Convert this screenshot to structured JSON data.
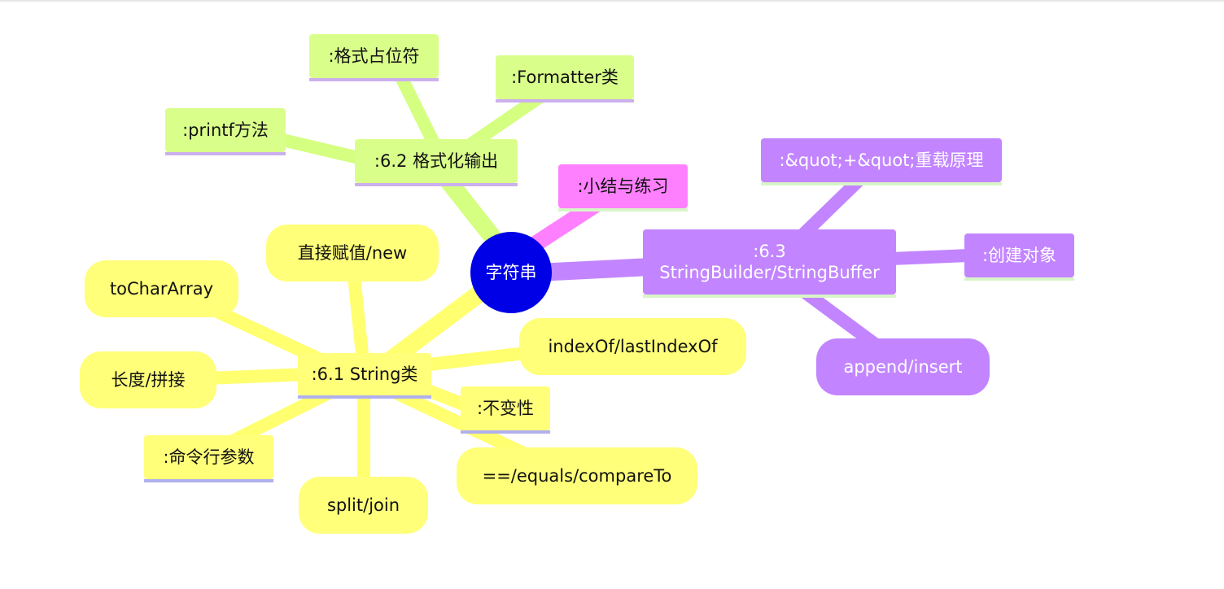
{
  "root": {
    "label": "字符串"
  },
  "colors": {
    "root": "#0000e6",
    "string_branch": "#ffff7a",
    "format_branch": "#d9ff8a",
    "builder_branch": "#c285ff",
    "summary_branch": "#ff80ff"
  },
  "string_class": {
    "label": ":6.1 String类",
    "children": [
      "直接赋值/new",
      "toCharArray",
      "长度/拼接",
      ":命令行参数",
      "split/join",
      "==/equals/compareTo",
      ":不变性",
      "indexOf/lastIndexOf"
    ]
  },
  "format_output": {
    "label": ":6.2 格式化输出",
    "children": [
      ":格式占位符",
      ":Formatter类",
      ":printf方法"
    ]
  },
  "summary": {
    "label": ":小结与练习"
  },
  "builder": {
    "label_line1": ":6.3",
    "label_line2": "StringBuilder/StringBuffer",
    "children": [
      ":&quot;+&quot;重载原理",
      ":创建对象",
      "append/insert"
    ]
  }
}
